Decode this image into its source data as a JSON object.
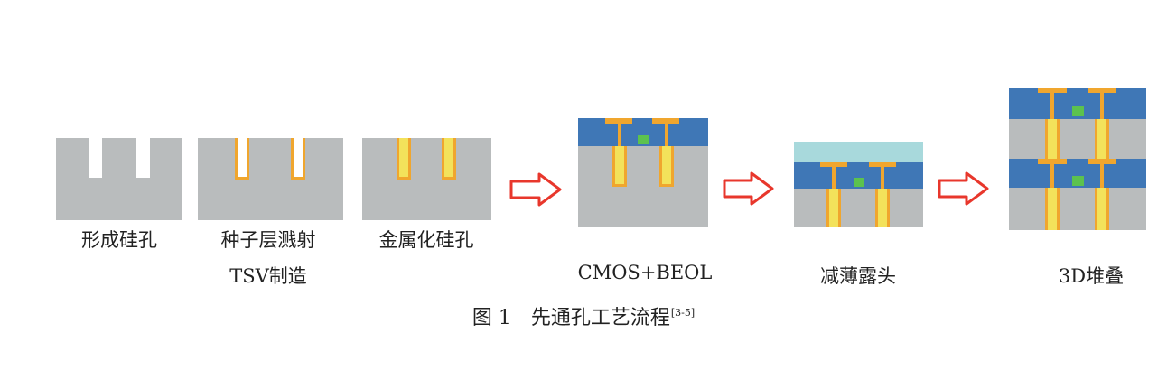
{
  "steps": {
    "s1": "形成硅孔",
    "s2": "种子层溅射",
    "s3": "金属化硅孔",
    "group": "TSV制造",
    "s4": "CMOS+BEOL",
    "s5": "减薄露头",
    "s6": "3D堆叠"
  },
  "caption": {
    "figure_no": "图 1",
    "title": "先通孔工艺流程",
    "ref": "[3-5]"
  },
  "colors": {
    "silicon": "#b9bcbd",
    "beol": "#3f77b6",
    "via_fill": "#f3e25b",
    "via_liner": "#f0a62e",
    "green": "#5cc24e",
    "carrier": "#a8d9dc",
    "arrow": "#e8372c"
  }
}
